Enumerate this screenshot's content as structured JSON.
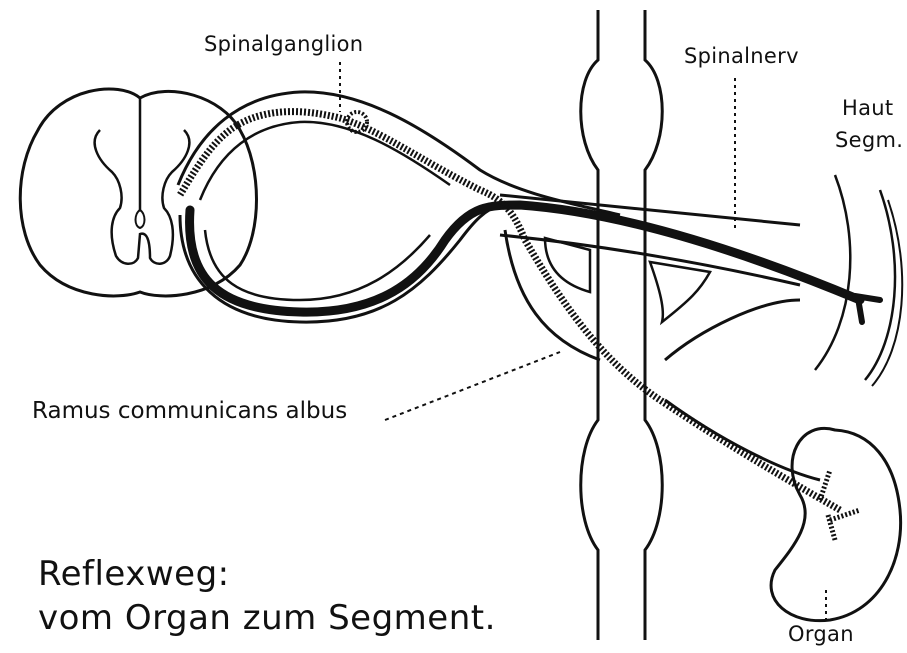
{
  "labels": {
    "spinalganglion": "Spinalganglion",
    "spinalnerv": "Spinalnerv",
    "haut": "Haut",
    "segm": "Segm.",
    "ramus": "Ramus communicans albus",
    "organ": "Organ"
  },
  "title": {
    "line1": "Reflexweg:",
    "line2": "vom Organ zum Segment."
  },
  "colors": {
    "ink": "#111111",
    "background": "#ffffff"
  }
}
